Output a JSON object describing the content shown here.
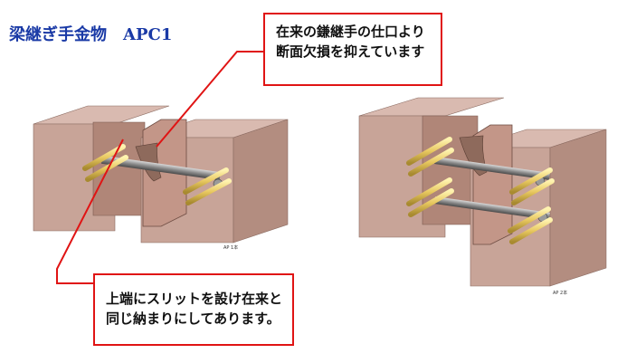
{
  "title": "梁継ぎ手金物　APC1",
  "callouts": {
    "top": [
      "在来の鎌継手の仕口より",
      "断面欠損を抑えています"
    ],
    "bottom": [
      "上端にスリットを設け在来と",
      "同じ納まりにしてあります。"
    ]
  },
  "figures": {
    "left_label": "AP 1本",
    "right_label": "AP 2本"
  },
  "colors": {
    "wood_front": "#c8a498",
    "wood_top": "#d9bab0",
    "wood_side": "#b38d80",
    "callout_border": "#e01414",
    "title": "#1a3aa6"
  }
}
